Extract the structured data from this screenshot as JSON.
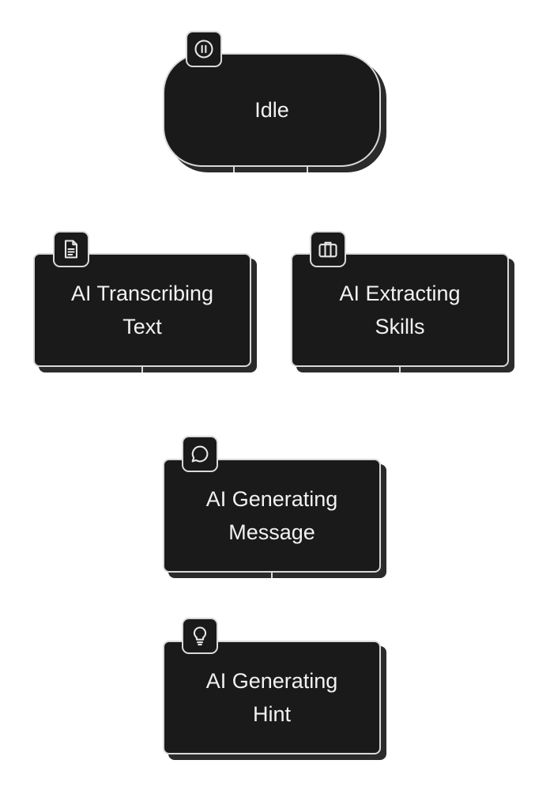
{
  "colors": {
    "node_fill": "#1a1a1a",
    "node_border": "#d9d9d9",
    "text": "#f2f2f2",
    "background": "#ffffff"
  },
  "nodes": {
    "idle": {
      "label": "Idle",
      "icon": "pause-icon"
    },
    "transcribing": {
      "label": "AI Transcribing Text",
      "icon": "document-icon"
    },
    "extracting": {
      "label": "AI Extracting Skills",
      "icon": "briefcase-icon"
    },
    "message": {
      "label": "AI Generating Message",
      "icon": "chat-bubble-icon"
    },
    "hint": {
      "label": "AI Generating Hint",
      "icon": "lightbulb-icon"
    }
  }
}
